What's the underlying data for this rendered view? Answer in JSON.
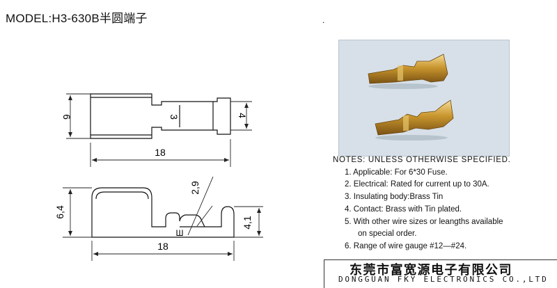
{
  "model_title": "MODEL:H3-630B半圆端子",
  "dot": ".",
  "top_view": {
    "dim_height": "6",
    "dim_length": "18",
    "dim_neck": "3",
    "dim_tail": "4"
  },
  "side_view": {
    "dim_height": "6,4",
    "dim_length": "18",
    "dim_slot": "2,9",
    "dim_right": "4,1",
    "mark": "Ш"
  },
  "photo_description_hidden": "",
  "notes": {
    "header": "NOTES:  UNLESS  OTHERWISE  SPECIFIED.",
    "items": [
      "1.  Applicable: For 6*30 Fuse.",
      "2. Electrical: Rated for current up to 30A.",
      "3. Insulating body:Brass Tin",
      "4. Contact: Brass with Tin plated.",
      "5. With other wire sizes or leangths available",
      "on special order.",
      "6. Range of wire gauge #12—#24."
    ]
  },
  "company": {
    "cn": "东莞市富宽源电子有限公司",
    "en": "DONGGUAN FKY ELECTRONICS CO.,LTD"
  }
}
